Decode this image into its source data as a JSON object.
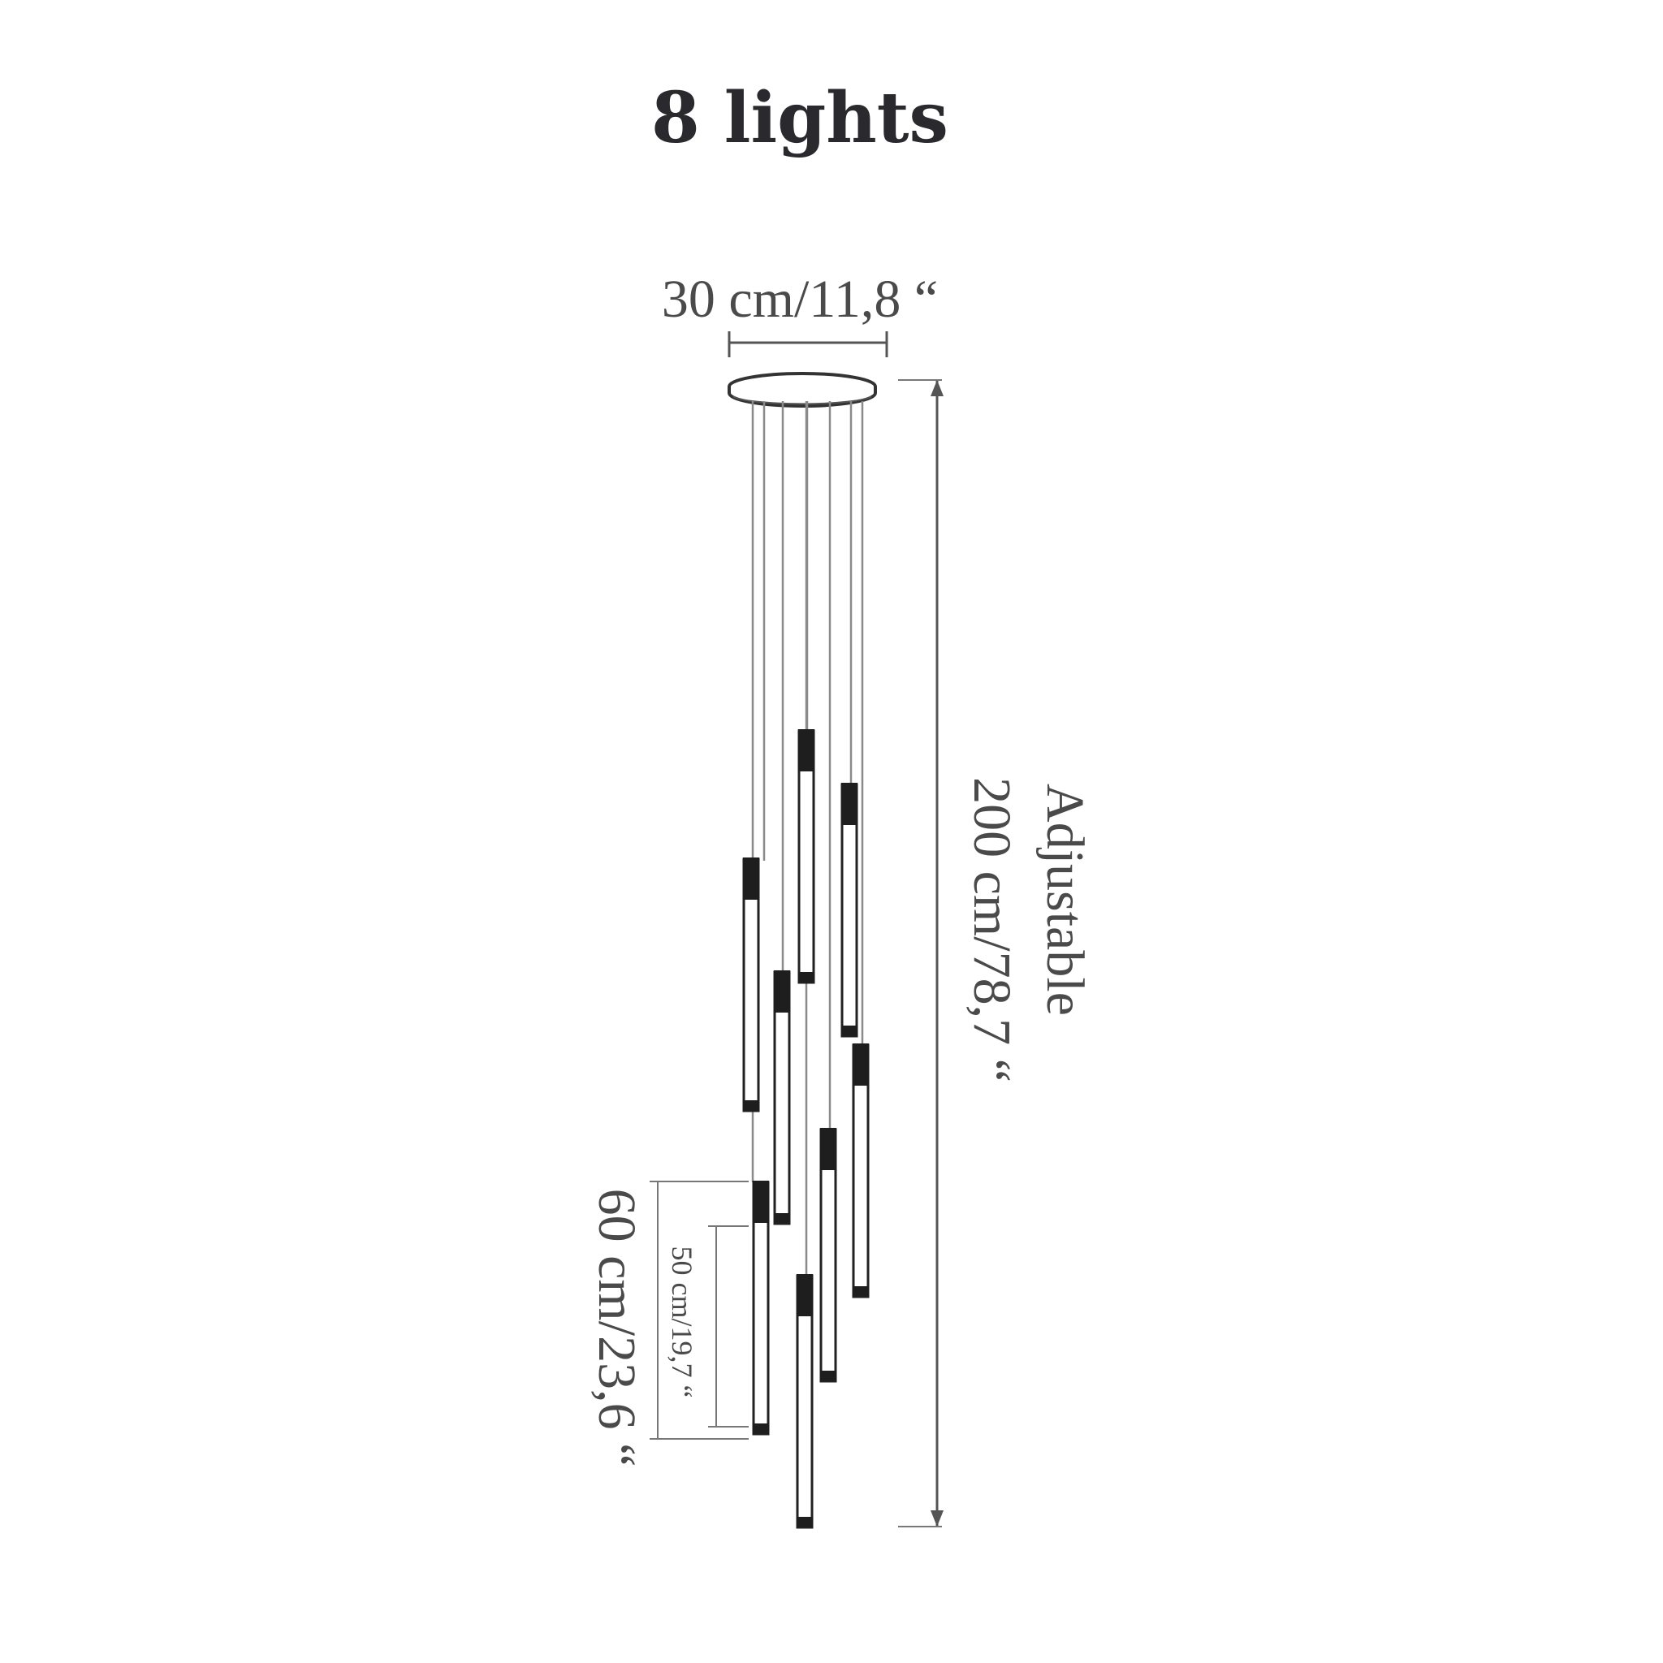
{
  "title": "8 lights",
  "dimensions": {
    "canopy_width": "30 cm/11,8 “",
    "total_height_label": "Adjustable",
    "total_height": "200 cm/78,7 “",
    "light_total_length": "60 cm/23,6 “",
    "light_body_length": "50 cm/19,7 “"
  },
  "lights": [
    {
      "id": 1
    },
    {
      "id": 2
    },
    {
      "id": 3
    },
    {
      "id": 4
    },
    {
      "id": 5
    },
    {
      "id": 6
    },
    {
      "id": 7
    },
    {
      "id": 8
    }
  ],
  "colors": {
    "tube_cap": "#1e1e1e",
    "outline": "#222222",
    "text": "#4a4a4a"
  }
}
